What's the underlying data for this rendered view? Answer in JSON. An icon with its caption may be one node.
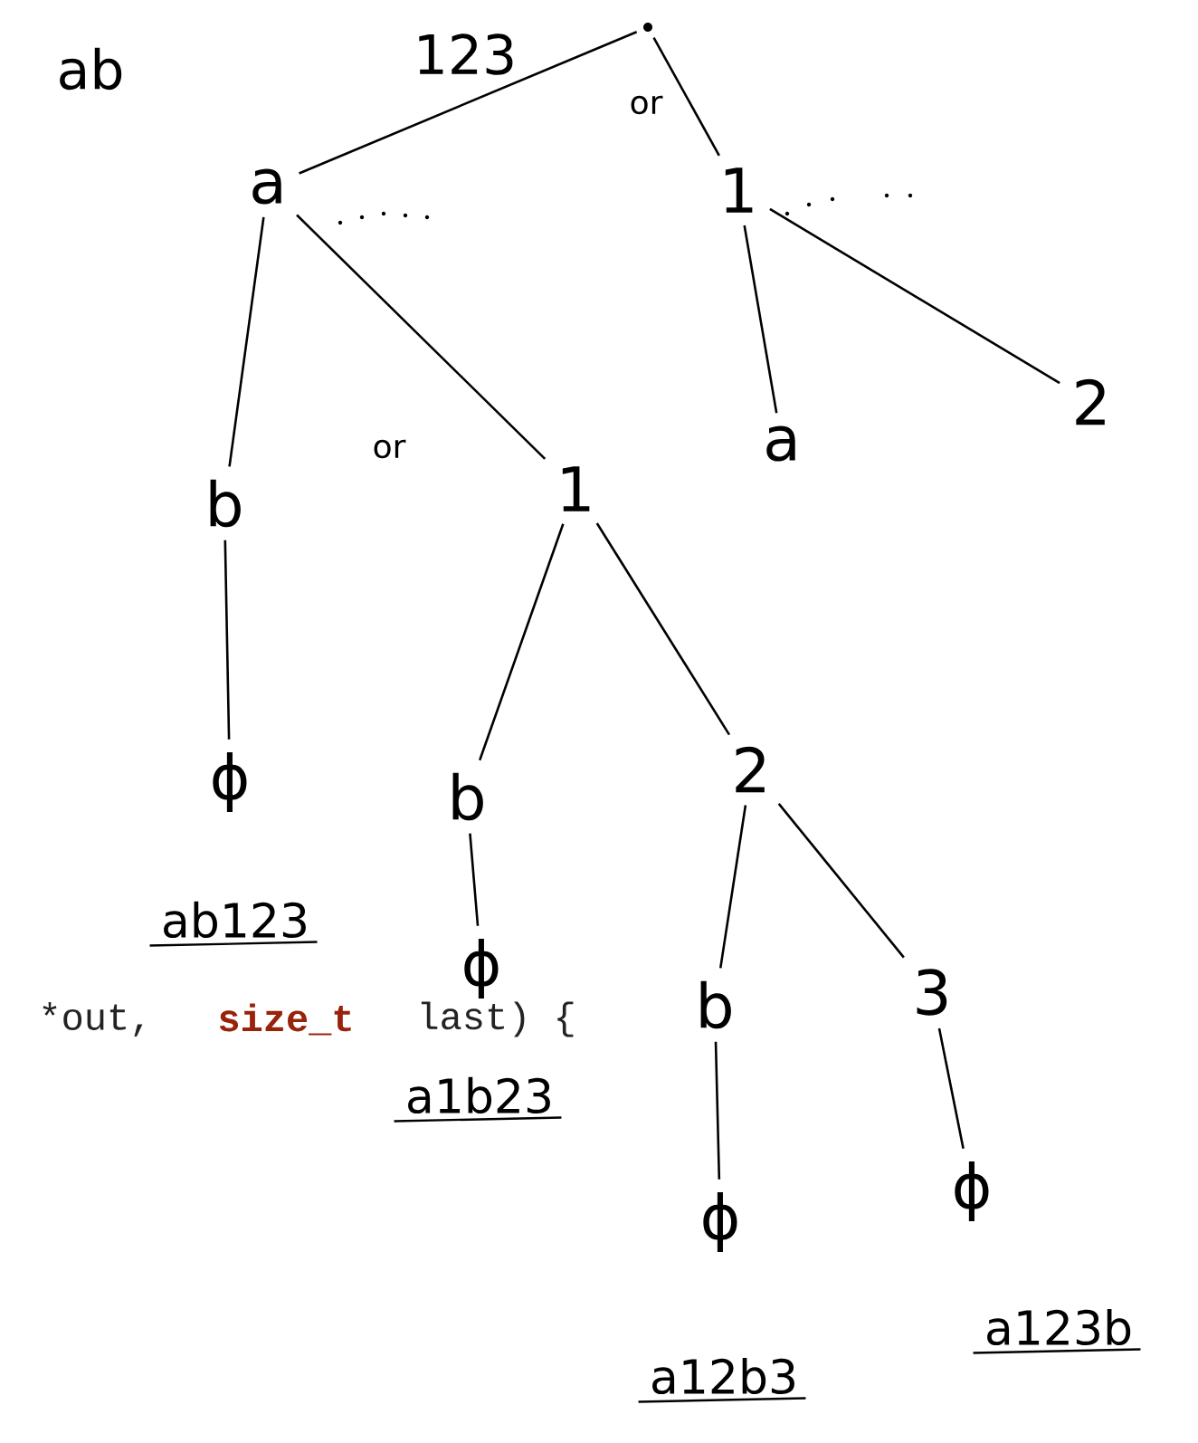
{
  "diagram": {
    "nodes": [
      {
        "text": [],
        "shape": "circle"
      },
      {
        "text": [
          "a"
        ]
      },
      {
        "text": [
          "1"
        ]
      },
      {
        "text": [
          "b"
        ]
      },
      {
        "text": [
          "1"
        ]
      },
      {
        "text": [
          "a"
        ]
      },
      {
        "text": [
          "2"
        ]
      },
      {
        "text": [
          "ϕ"
        ],
        "beside": [
          "ab123"
        ]
      },
      {
        "text": [
          "b"
        ]
      },
      {
        "text": [
          "2"
        ]
      },
      {
        "text": [
          "ϕ"
        ],
        "beside": [
          "a1b23"
        ]
      },
      {
        "text": [
          "b"
        ]
      },
      {
        "text": [
          "3"
        ]
      },
      {
        "text": [
          "ϕ"
        ],
        "beside": [
          "a12b3"
        ]
      },
      {
        "text": [
          "ϕ"
        ],
        "beside": [
          "a123b"
        ]
      }
    ],
    "edges": [
      {
        "from": 0,
        "to": 1,
        "arrow": "none"
      },
      {
        "from": 0,
        "to": 2,
        "arrow": "none"
      },
      {
        "from": 1,
        "to": 3,
        "arrow": "none"
      },
      {
        "from": 1,
        "to": 4,
        "arrow": "none"
      },
      {
        "from": 2,
        "to": 5,
        "arrow": "none"
      },
      {
        "from": 2,
        "to": 6,
        "arrow": "none"
      },
      {
        "from": 3,
        "to": 7,
        "arrow": "none"
      },
      {
        "from": 4,
        "to": 8,
        "arrow": "none"
      },
      {
        "from": 4,
        "to": 9,
        "arrow": "none"
      },
      {
        "from": 8,
        "to": 10,
        "arrow": "none"
      },
      {
        "from": 9,
        "to": 11,
        "arrow": "none"
      },
      {
        "from": 9,
        "to": 12,
        "arrow": "none"
      },
      {
        "from": 11,
        "to": 13,
        "arrow": "none"
      },
      {
        "from": 12,
        "to": 14,
        "arrow": "none"
      }
    ],
    "labels": [
      "ab",
      "123",
      "or",
      "or",
      "*out,",
      "size_t",
      "last) {"
    ]
  }
}
